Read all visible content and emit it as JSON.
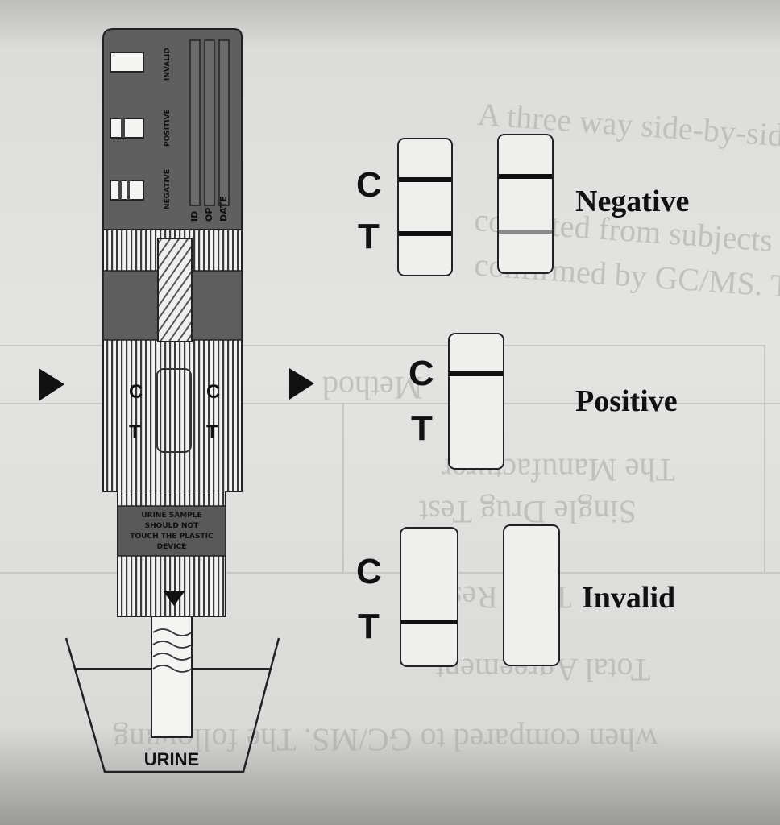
{
  "results": {
    "negative": "Negative",
    "positive": "Positive",
    "invalid": "Invalid"
  },
  "strip_letters": {
    "c": "C",
    "t": "T"
  },
  "device": {
    "checkbox_labels": [
      "NEGATIVE",
      "POSITIVE",
      "INVALID"
    ],
    "field_labels": [
      "ID",
      "OP",
      "DATE"
    ],
    "warning": [
      "URINE SAMPLE",
      "SHOULD NOT",
      "TOUCH THE PLASTIC",
      "DEVICE"
    ],
    "cup_label": "URINE"
  },
  "bleed_through": [
    "A three way side-by-side comparison w",
    "collected from subjects presenting for",
    "confirmed by GC/MS. The following resu",
    "Method",
    "The Manufacturer",
    "Single Drug Test",
    "Total Results",
    "Total Agreement",
    "when compared to GC/MS. The following"
  ]
}
